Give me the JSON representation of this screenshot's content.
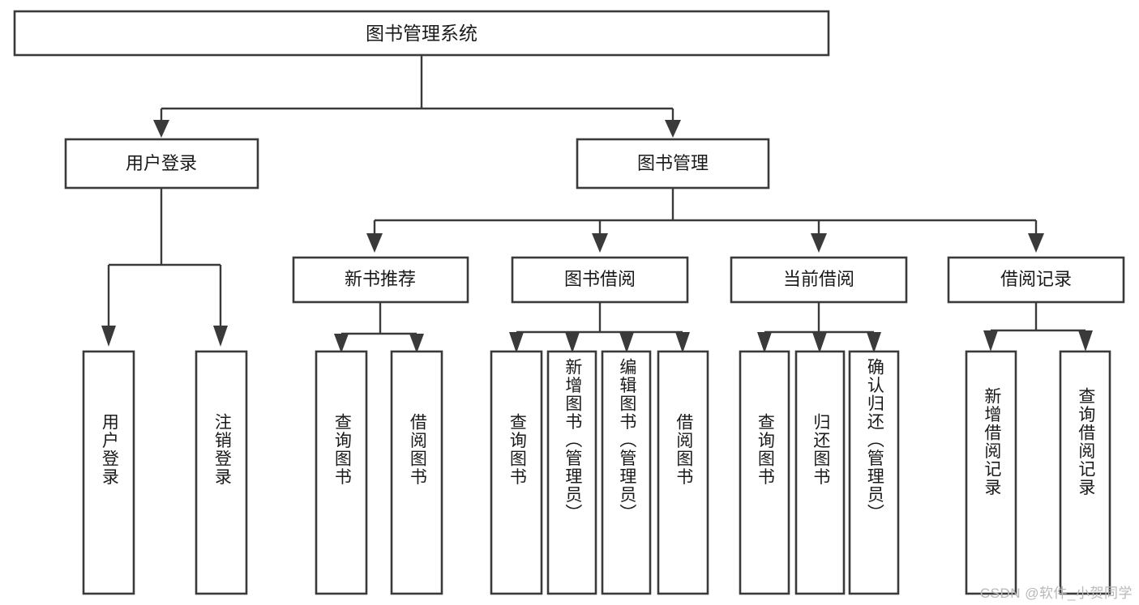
{
  "diagram": {
    "type": "tree-hierarchy",
    "title": "图书管理系统",
    "orientation": "top-down",
    "watermark": "CSDN @软件_小贺同学",
    "colors": {
      "box_stroke": "#3a3a3a",
      "box_fill": "#ffffff",
      "connector": "#3a3a3a",
      "text": "#1a1a1a",
      "background": "#ffffff",
      "watermark": "#b8b8b8"
    },
    "root": {
      "label": "图书管理系统",
      "orientation": "horizontal"
    },
    "level2": [
      {
        "label": "用户登录",
        "orientation": "horizontal"
      },
      {
        "label": "图书管理",
        "orientation": "horizontal"
      }
    ],
    "level3": [
      {
        "label": "新书推荐",
        "orientation": "horizontal"
      },
      {
        "label": "图书借阅",
        "orientation": "horizontal"
      },
      {
        "label": "当前借阅",
        "orientation": "horizontal"
      },
      {
        "label": "借阅记录",
        "orientation": "horizontal"
      }
    ],
    "leaves": {
      "user_login": [
        {
          "label": "用户登录",
          "orientation": "vertical"
        },
        {
          "label": "注销登录",
          "orientation": "vertical"
        }
      ],
      "new_book_recommend": [
        {
          "label": "查询图书",
          "orientation": "vertical"
        },
        {
          "label": "借阅图书",
          "orientation": "vertical"
        }
      ],
      "book_borrow": [
        {
          "label": "查询图书",
          "orientation": "vertical"
        },
        {
          "label": "新增图书（管理员）",
          "orientation": "vertical"
        },
        {
          "label": "编辑图书（管理员）",
          "orientation": "vertical"
        },
        {
          "label": "借阅图书",
          "orientation": "vertical"
        }
      ],
      "current_borrow": [
        {
          "label": "查询图书",
          "orientation": "vertical"
        },
        {
          "label": "归还图书",
          "orientation": "vertical"
        },
        {
          "label": "确认归还（管理员）",
          "orientation": "vertical"
        }
      ],
      "borrow_record": [
        {
          "label": "新增借阅记录",
          "orientation": "vertical"
        },
        {
          "label": "查询借阅记录",
          "orientation": "vertical"
        }
      ]
    }
  }
}
